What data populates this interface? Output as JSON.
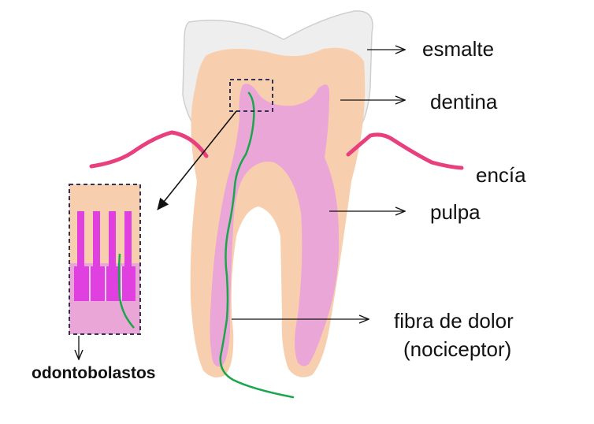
{
  "labels": {
    "enamel": "esmalte",
    "dentin": "dentina",
    "gum": "encía",
    "pulp": "pulpa",
    "fiber_line1": "fibra de dolor",
    "fiber_line2": "(nociceptor)",
    "odontoblasts": "odontobolastos"
  },
  "colors": {
    "enamel": "#eeeeee",
    "dentin": "#f8cfae",
    "pulp": "#eaa6d6",
    "gum": "#e8407f",
    "nerve": "#1aa64a",
    "odontoblast": "#e040e0",
    "zoom_box": "#333355"
  }
}
